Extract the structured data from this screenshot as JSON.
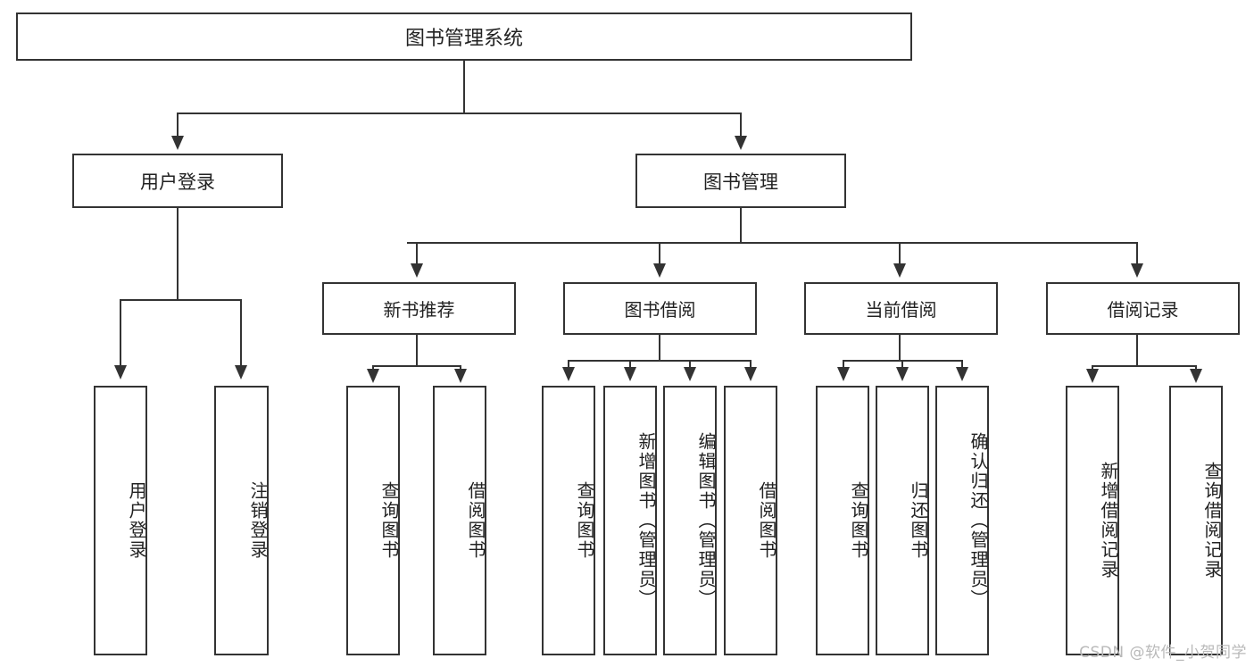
{
  "diagram": {
    "title": "图书管理系统",
    "type": "tree-hierarchy",
    "root": {
      "label": "图书管理系统"
    },
    "level2": [
      {
        "label": "用户登录"
      },
      {
        "label": "图书管理"
      }
    ],
    "level3": [
      {
        "label": "新书推荐"
      },
      {
        "label": "图书借阅"
      },
      {
        "label": "当前借阅"
      },
      {
        "label": "借阅记录"
      }
    ],
    "leaves": {
      "user_login": [
        {
          "label": "用户登录"
        },
        {
          "label": "注销登录"
        }
      ],
      "new_book_recommend": [
        {
          "label": "查询图书"
        },
        {
          "label": "借阅图书"
        }
      ],
      "book_borrow": [
        {
          "label": "查询图书"
        },
        {
          "label": "新增图书（管理员）"
        },
        {
          "label": "编辑图书（管理员）"
        },
        {
          "label": "借阅图书"
        }
      ],
      "current_borrow": [
        {
          "label": "查询图书"
        },
        {
          "label": "归还图书"
        },
        {
          "label": "确认归还（管理员）"
        }
      ],
      "borrow_record": [
        {
          "label": "新增借阅记录"
        },
        {
          "label": "查询借阅记录"
        }
      ]
    }
  },
  "watermark": {
    "text": "CSDN @软件_小贺同学"
  },
  "colors": {
    "stroke": "#333333",
    "background": "#ffffff",
    "text": "#222222",
    "watermark": "#b9b9b9"
  }
}
